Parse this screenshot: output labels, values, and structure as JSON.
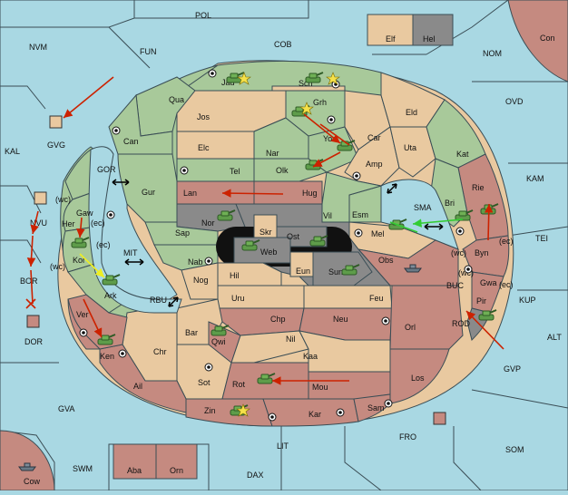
{
  "colors": {
    "sea": "#a9d8e3",
    "green": "#a8c99a",
    "tan": "#e9c9a0",
    "red": "#c58a80",
    "grey": "#8a8a8a",
    "order_red": "#cc2200",
    "order_green": "#33cc33",
    "order_yellow": "#eeee22"
  },
  "labels": {
    "POL": "POL",
    "NVM": "NVM",
    "FUN": "FUN",
    "COB": "COB",
    "NOM": "NOM",
    "Con": "Con",
    "Elf": "Elf",
    "Hel": "Hel",
    "OVD": "OVD",
    "KAL": "KAL",
    "KAM": "KAM",
    "TEI": "TEI",
    "KUP": "KUP",
    "ALT": "ALT",
    "GVP": "GVP",
    "GVA": "GVA",
    "SWM": "SWM",
    "LIT": "LIT",
    "FRO": "FRO",
    "SOM": "SOM",
    "DAX": "DAX",
    "Aba": "Aba",
    "Orn": "Orn",
    "Cow": "Cow",
    "DOR": "DOR",
    "BOR": "BOR",
    "NVU": "NVU",
    "GVG": "GVG",
    "GOR": "GOR",
    "MIT": "MIT",
    "RBU": "RBU",
    "SMA": "SMA",
    "BUC": "BUC",
    "ROD": "ROD",
    "Jad": "Jad",
    "Sch": "Sch",
    "Qua": "Qua",
    "Jos": "Jos",
    "Grh": "Grh",
    "Eld": "Eld",
    "Can": "Can",
    "Car": "Car",
    "Elc": "Elc",
    "Nar": "Nar",
    "Yor": "Yor",
    "Uta": "Uta",
    "Kat": "Kat",
    "Tel": "Tel",
    "Olk": "Olk",
    "Amp": "Amp",
    "Gur": "Gur",
    "Lan": "Lan",
    "Hug": "Hug",
    "Bri": "Bri",
    "Rie": "Rie",
    "Gaw": "Gaw",
    "Her": "Her",
    "Nor": "Nor",
    "Vil": "Vil",
    "Esm": "Esm",
    "Skr": "Skr",
    "Ost": "Ost",
    "Mel": "Mel",
    "Sap": "Sap",
    "Web": "Web",
    "Byn": "Byn",
    "Kor": "Kor",
    "Nab": "Nab",
    "Eun": "Eun",
    "Sun": "Sun",
    "Obs": "Obs",
    "Gwa": "Gwa",
    "Hil": "Hil",
    "Ark": "Ark",
    "Nog": "Nog",
    "Uru": "Uru",
    "Feu": "Feu",
    "Pir": "Pir",
    "Ver": "Ver",
    "Chp": "Chp",
    "Neu": "Neu",
    "Bar": "Bar",
    "Qwi": "Qwi",
    "Nil": "Nil",
    "Orl": "Orl",
    "Ken": "Ken",
    "Chr": "Chr",
    "Kaa": "Kaa",
    "Ail": "Ail",
    "Sot": "Sot",
    "Rot": "Rot",
    "Mou": "Mou",
    "Los": "Los",
    "Zin": "Zin",
    "Kar": "Kar",
    "Sam": "Sam",
    "wc1": "(wc)",
    "wc2": "(wc)",
    "wc3": "(wc)",
    "wc4": "(wc)",
    "ec1": "(ec)",
    "ec2": "(ec)",
    "ec3": "(ec)",
    "ec4": "(ec)"
  },
  "icons": {
    "army": "army-unit-icon",
    "fleet": "fleet-unit-icon",
    "supply_center": "supply-center-icon",
    "convoy_link": "double-arrow-icon",
    "dislodged": "star-icon"
  }
}
